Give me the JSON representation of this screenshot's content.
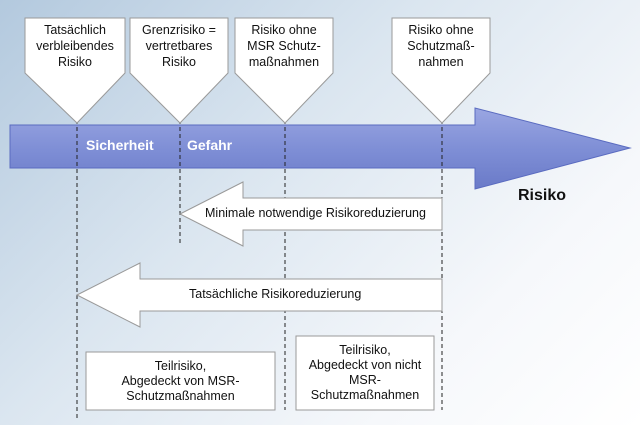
{
  "callouts": [
    {
      "label": "Tatsächlich\nverbleibendes\nRisiko"
    },
    {
      "label": "Grenzrisiko =\nvertretbares\nRisiko"
    },
    {
      "label": "Risiko ohne\nMSR Schutz-\nmaßnahmen"
    },
    {
      "label": "Risiko ohne\nSchutzmaß-\nnahmen"
    }
  ],
  "main_arrow": {
    "safety_label": "Sicherheit",
    "danger_label": "Gefahr",
    "axis_label": "Risiko"
  },
  "reductions": {
    "minimal": "Minimale notwendige Risikoreduzierung",
    "actual": "Tatsächliche Risikoreduzierung"
  },
  "partial_risks": [
    {
      "label": "Teilrisiko,\nAbgedeckt von MSR-\nSchutzmaßnahmen"
    },
    {
      "label": "Teilrisiko,\nAbgedeckt von nicht\nMSR-\nSchutzmaßnahmen"
    }
  ],
  "colors": {
    "arrow_fill": "#7f8fd6",
    "arrow_dark": "#5a6bc0",
    "box_border": "#9a9a9a",
    "guide_line": "#222222"
  }
}
